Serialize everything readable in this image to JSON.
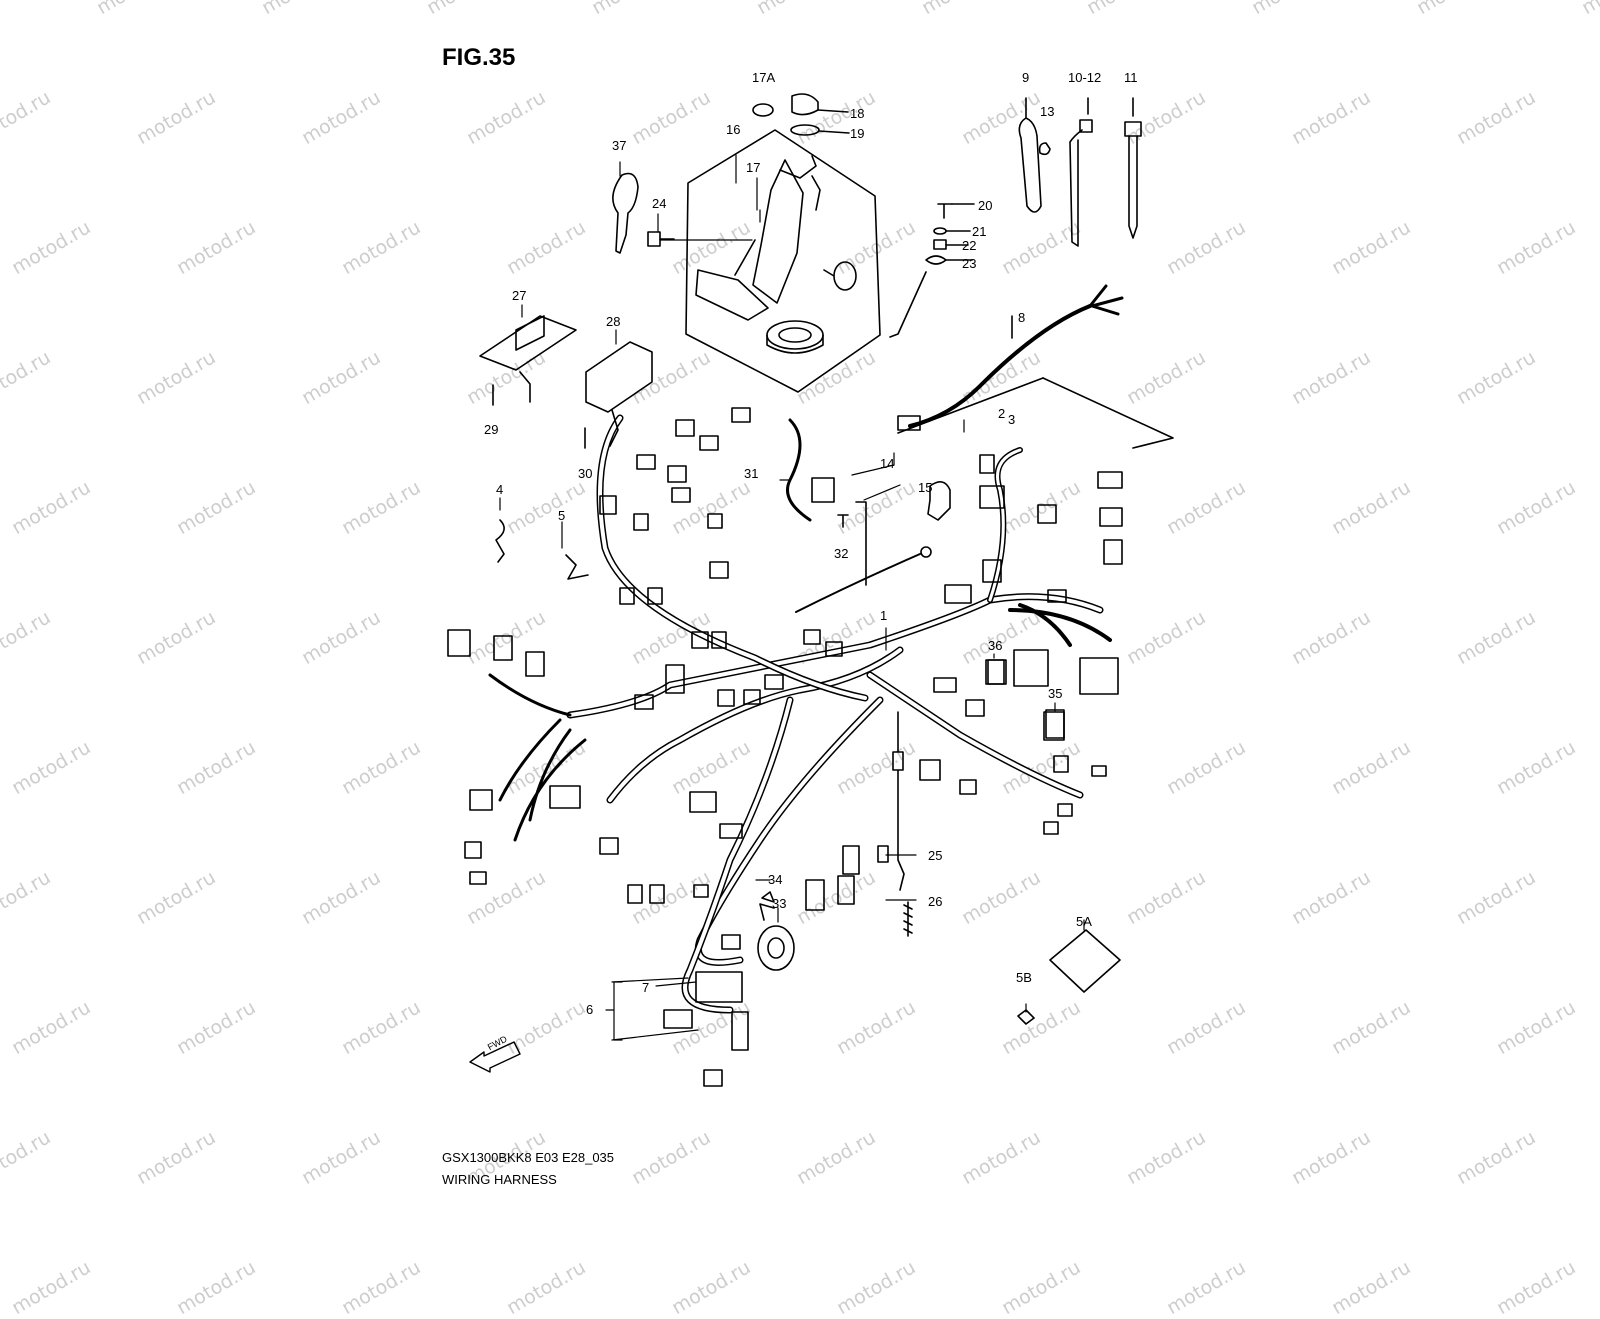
{
  "figure": {
    "title": "FIG.35",
    "code": "GSX1300BKK8 E03 E28_035",
    "subtitle": "WIRING HARNESS"
  },
  "watermark": {
    "text": "motod.ru",
    "color": "#cdcdcd"
  },
  "fwd_label": "FWD",
  "callouts": [
    "1",
    "2",
    "3",
    "4",
    "5",
    "5A",
    "5B",
    "6",
    "7",
    "8",
    "9",
    "10-12",
    "11",
    "13",
    "14",
    "15",
    "16",
    "17",
    "17A",
    "18",
    "19",
    "20",
    "21",
    "22",
    "23",
    "24",
    "25",
    "26",
    "27",
    "28",
    "29",
    "30",
    "31",
    "32",
    "33",
    "34",
    "35",
    "36",
    "37"
  ]
}
